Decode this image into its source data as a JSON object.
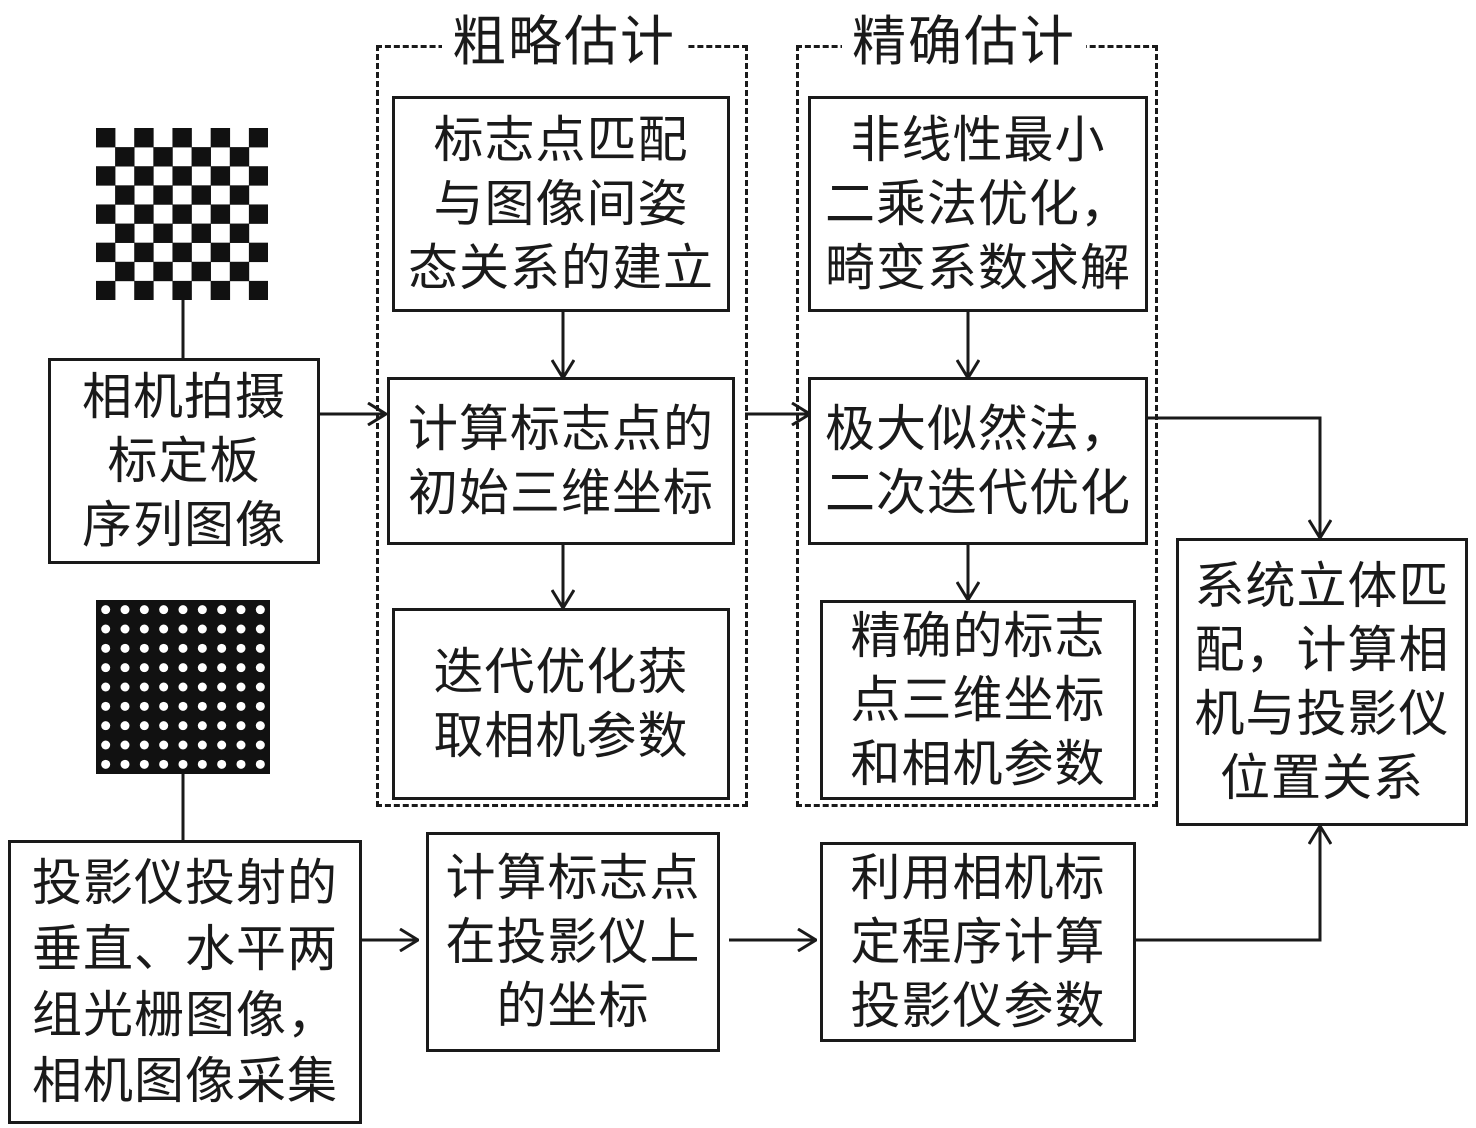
{
  "groups": {
    "rough": "粗略估计",
    "precise": "精确估计"
  },
  "boxes": {
    "camera_capture": "相机拍摄\n标定板\n序列图像",
    "projector_capture": "投影仪投射的\n垂直、水平两\n组光栅图像，\n相机图像采集",
    "marker_matching": "标志点匹配\n与图像间姿\n态关系的建立",
    "initial_3d": "计算标志点的\n初始三维坐标",
    "iterative_camera": "迭代优化获\n取相机参数",
    "nonlinear_ls": "非线性最小\n二乘法优化，\n畸变系数求解",
    "max_likelihood": "极大似然法，\n二次迭代优化",
    "precise_result": "精确的标志\n点三维坐标\n和相机参数",
    "projector_coords": "计算标志点\n在投影仪上\n的坐标",
    "projector_params": "利用相机标\n定程序计算\n投影仪参数",
    "stereo_match": "系统立体匹\n配，计算相\n机与投影仪\n位置关系"
  },
  "patterns": {
    "checkerboard_icon": "checkerboard-icon",
    "dot_grid_icon": "dot-grid-icon"
  }
}
